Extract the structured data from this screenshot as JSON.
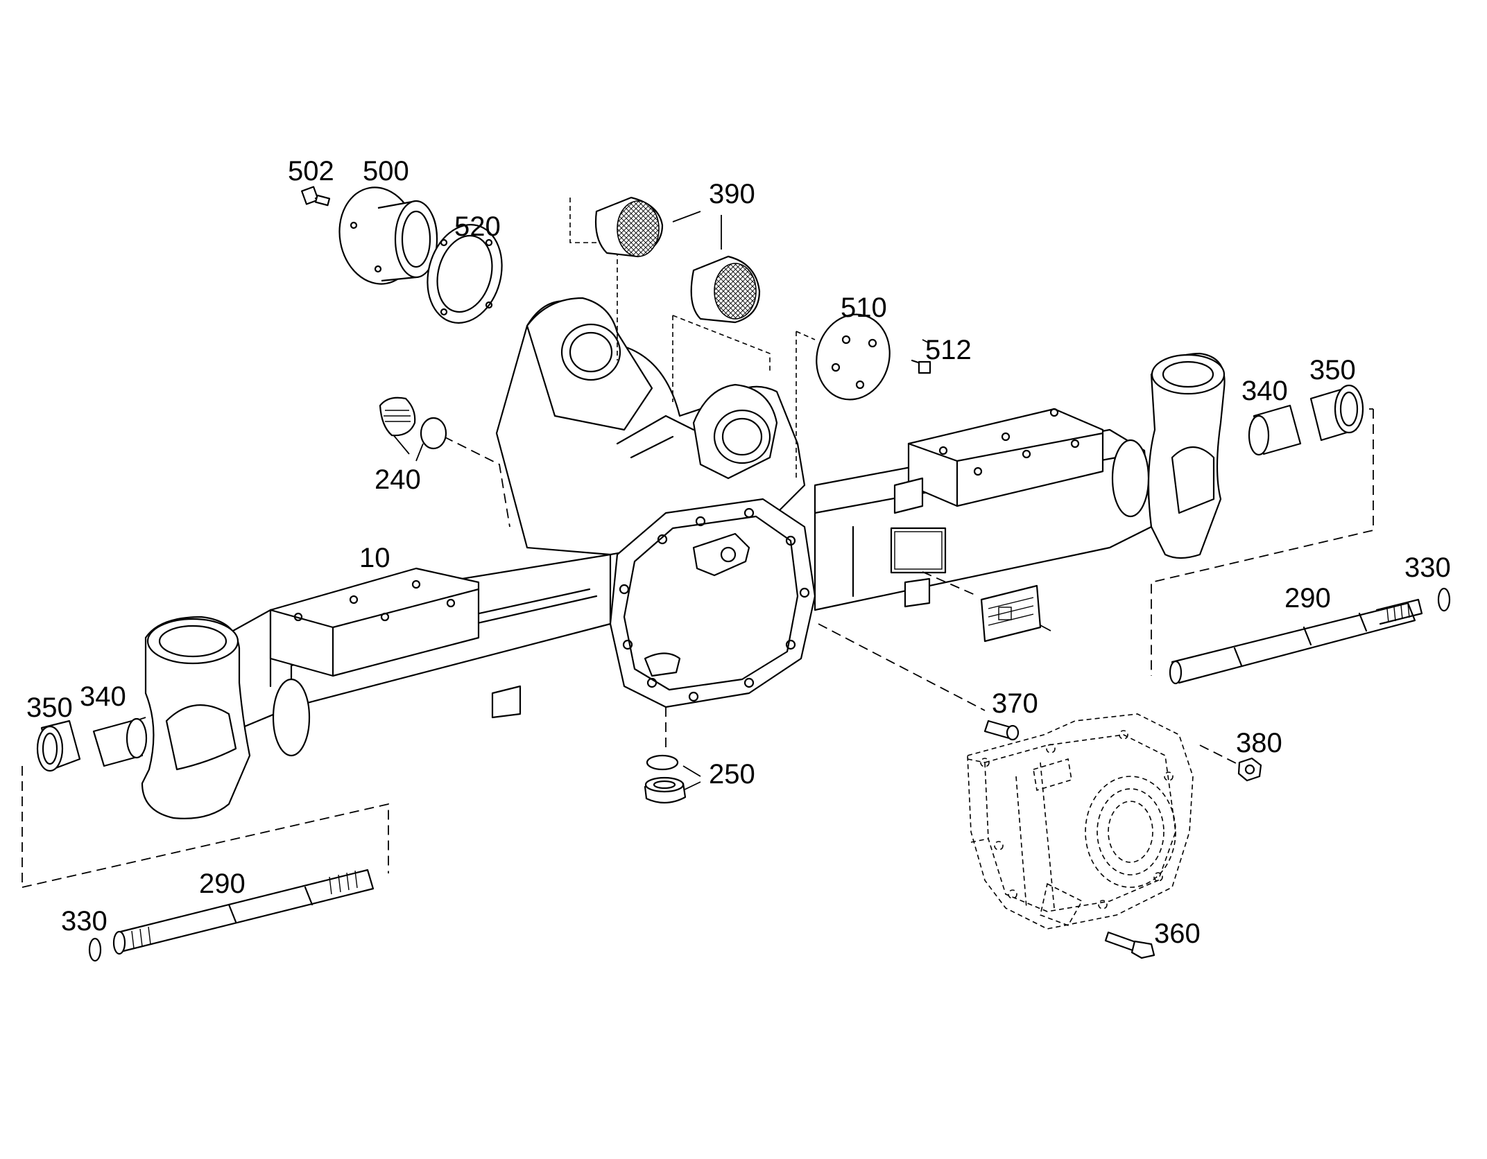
{
  "diagram": {
    "part_labels": [
      {
        "id": "502",
        "text": "502"
      },
      {
        "id": "500",
        "text": "500"
      },
      {
        "id": "520",
        "text": "520"
      },
      {
        "id": "390",
        "text": "390"
      },
      {
        "id": "510",
        "text": "510"
      },
      {
        "id": "512",
        "text": "512"
      },
      {
        "id": "240",
        "text": "240"
      },
      {
        "id": "10",
        "text": "10"
      },
      {
        "id": "340_right",
        "text": "340"
      },
      {
        "id": "350_right",
        "text": "350"
      },
      {
        "id": "330_right",
        "text": "330"
      },
      {
        "id": "290_right",
        "text": "290"
      },
      {
        "id": "350_left",
        "text": "350"
      },
      {
        "id": "340_left",
        "text": "340"
      },
      {
        "id": "370",
        "text": "370"
      },
      {
        "id": "380",
        "text": "380"
      },
      {
        "id": "250",
        "text": "250"
      },
      {
        "id": "290_left",
        "text": "290"
      },
      {
        "id": "330_left",
        "text": "330"
      },
      {
        "id": "360",
        "text": "360"
      }
    ]
  }
}
